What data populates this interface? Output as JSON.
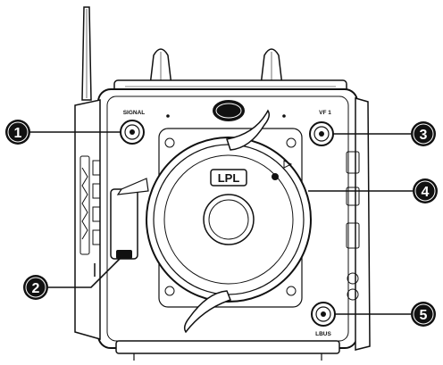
{
  "labels": {
    "signal": "SIGNAL",
    "vf1": "VF 1",
    "lbus": "LBUS",
    "mount": "LPL"
  },
  "callouts": [
    {
      "number": "1"
    },
    {
      "number": "2"
    },
    {
      "number": "3"
    },
    {
      "number": "4"
    },
    {
      "number": "5"
    }
  ]
}
